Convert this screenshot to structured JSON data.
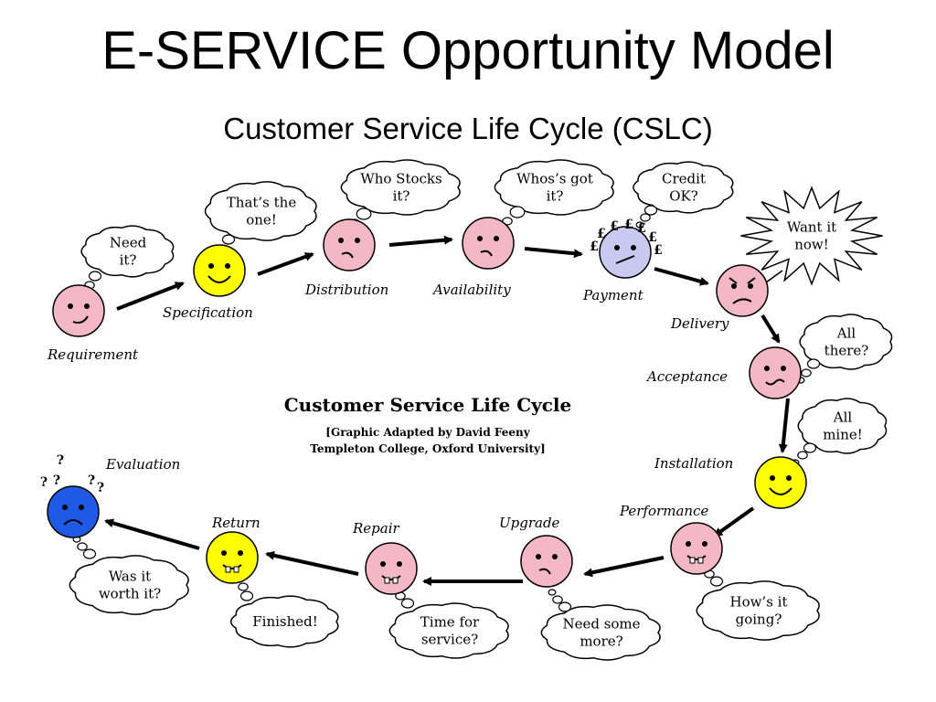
{
  "title": "E-SERVICE Opportunity Model",
  "subtitle": "Customer Service Life Cycle (CSLC)",
  "center": {
    "title": "Customer Service Life Cycle",
    "credit_line1": "[Graphic Adapted by David Feeny",
    "credit_line2": "Templeton College, Oxford University]"
  },
  "stages": [
    {
      "id": "requirement",
      "label": "Requirement",
      "face_color": "#f4b8c4",
      "mood": "smile",
      "thought": [
        "Need",
        "it?"
      ]
    },
    {
      "id": "specification",
      "label": "Specification",
      "face_color": "#ffff00",
      "mood": "grin",
      "thought": [
        "That’s the",
        "one!"
      ]
    },
    {
      "id": "distribution",
      "label": "Distribution",
      "face_color": "#f4b8c4",
      "mood": "puzzled",
      "thought": [
        "Who Stocks",
        "it?"
      ]
    },
    {
      "id": "availability",
      "label": "Availability",
      "face_color": "#f4b8c4",
      "mood": "puzzled",
      "thought": [
        "Whos’s got",
        "it?"
      ]
    },
    {
      "id": "payment",
      "label": "Payment",
      "face_color": "#c8c8f0",
      "mood": "smirk",
      "thought": [
        "Credit",
        "OK?"
      ],
      "decor": "£"
    },
    {
      "id": "delivery",
      "label": "Delivery",
      "face_color": "#f4b8c4",
      "mood": "angry",
      "thought": [
        "Want it",
        "now!"
      ]
    },
    {
      "id": "acceptance",
      "label": "Acceptance",
      "face_color": "#f4b8c4",
      "mood": "wavy",
      "thought": [
        "All",
        "there?"
      ]
    },
    {
      "id": "installation",
      "label": "Installation",
      "face_color": "#ffff00",
      "mood": "grin",
      "thought": [
        "All",
        "mine!"
      ]
    },
    {
      "id": "performance",
      "label": "Performance",
      "face_color": "#f4b8c4",
      "mood": "teeth",
      "thought": [
        "How’s it",
        "going?"
      ]
    },
    {
      "id": "upgrade",
      "label": "Upgrade",
      "face_color": "#f4b8c4",
      "mood": "puzzled",
      "thought": [
        "Need  some",
        "more?"
      ]
    },
    {
      "id": "repair",
      "label": "Repair",
      "face_color": "#f4b8c4",
      "mood": "teeth",
      "thought": [
        "Time for",
        "service?"
      ]
    },
    {
      "id": "return",
      "label": "Return",
      "face_color": "#ffff00",
      "mood": "teeth",
      "thought": [
        "Finished!"
      ]
    },
    {
      "id": "evaluation",
      "label": "Evaluation",
      "face_color": "#1e5ae6",
      "mood": "frown",
      "thought": [
        "Was it",
        "worth it?"
      ],
      "decor": "?"
    }
  ],
  "arrow_color": "#000000"
}
